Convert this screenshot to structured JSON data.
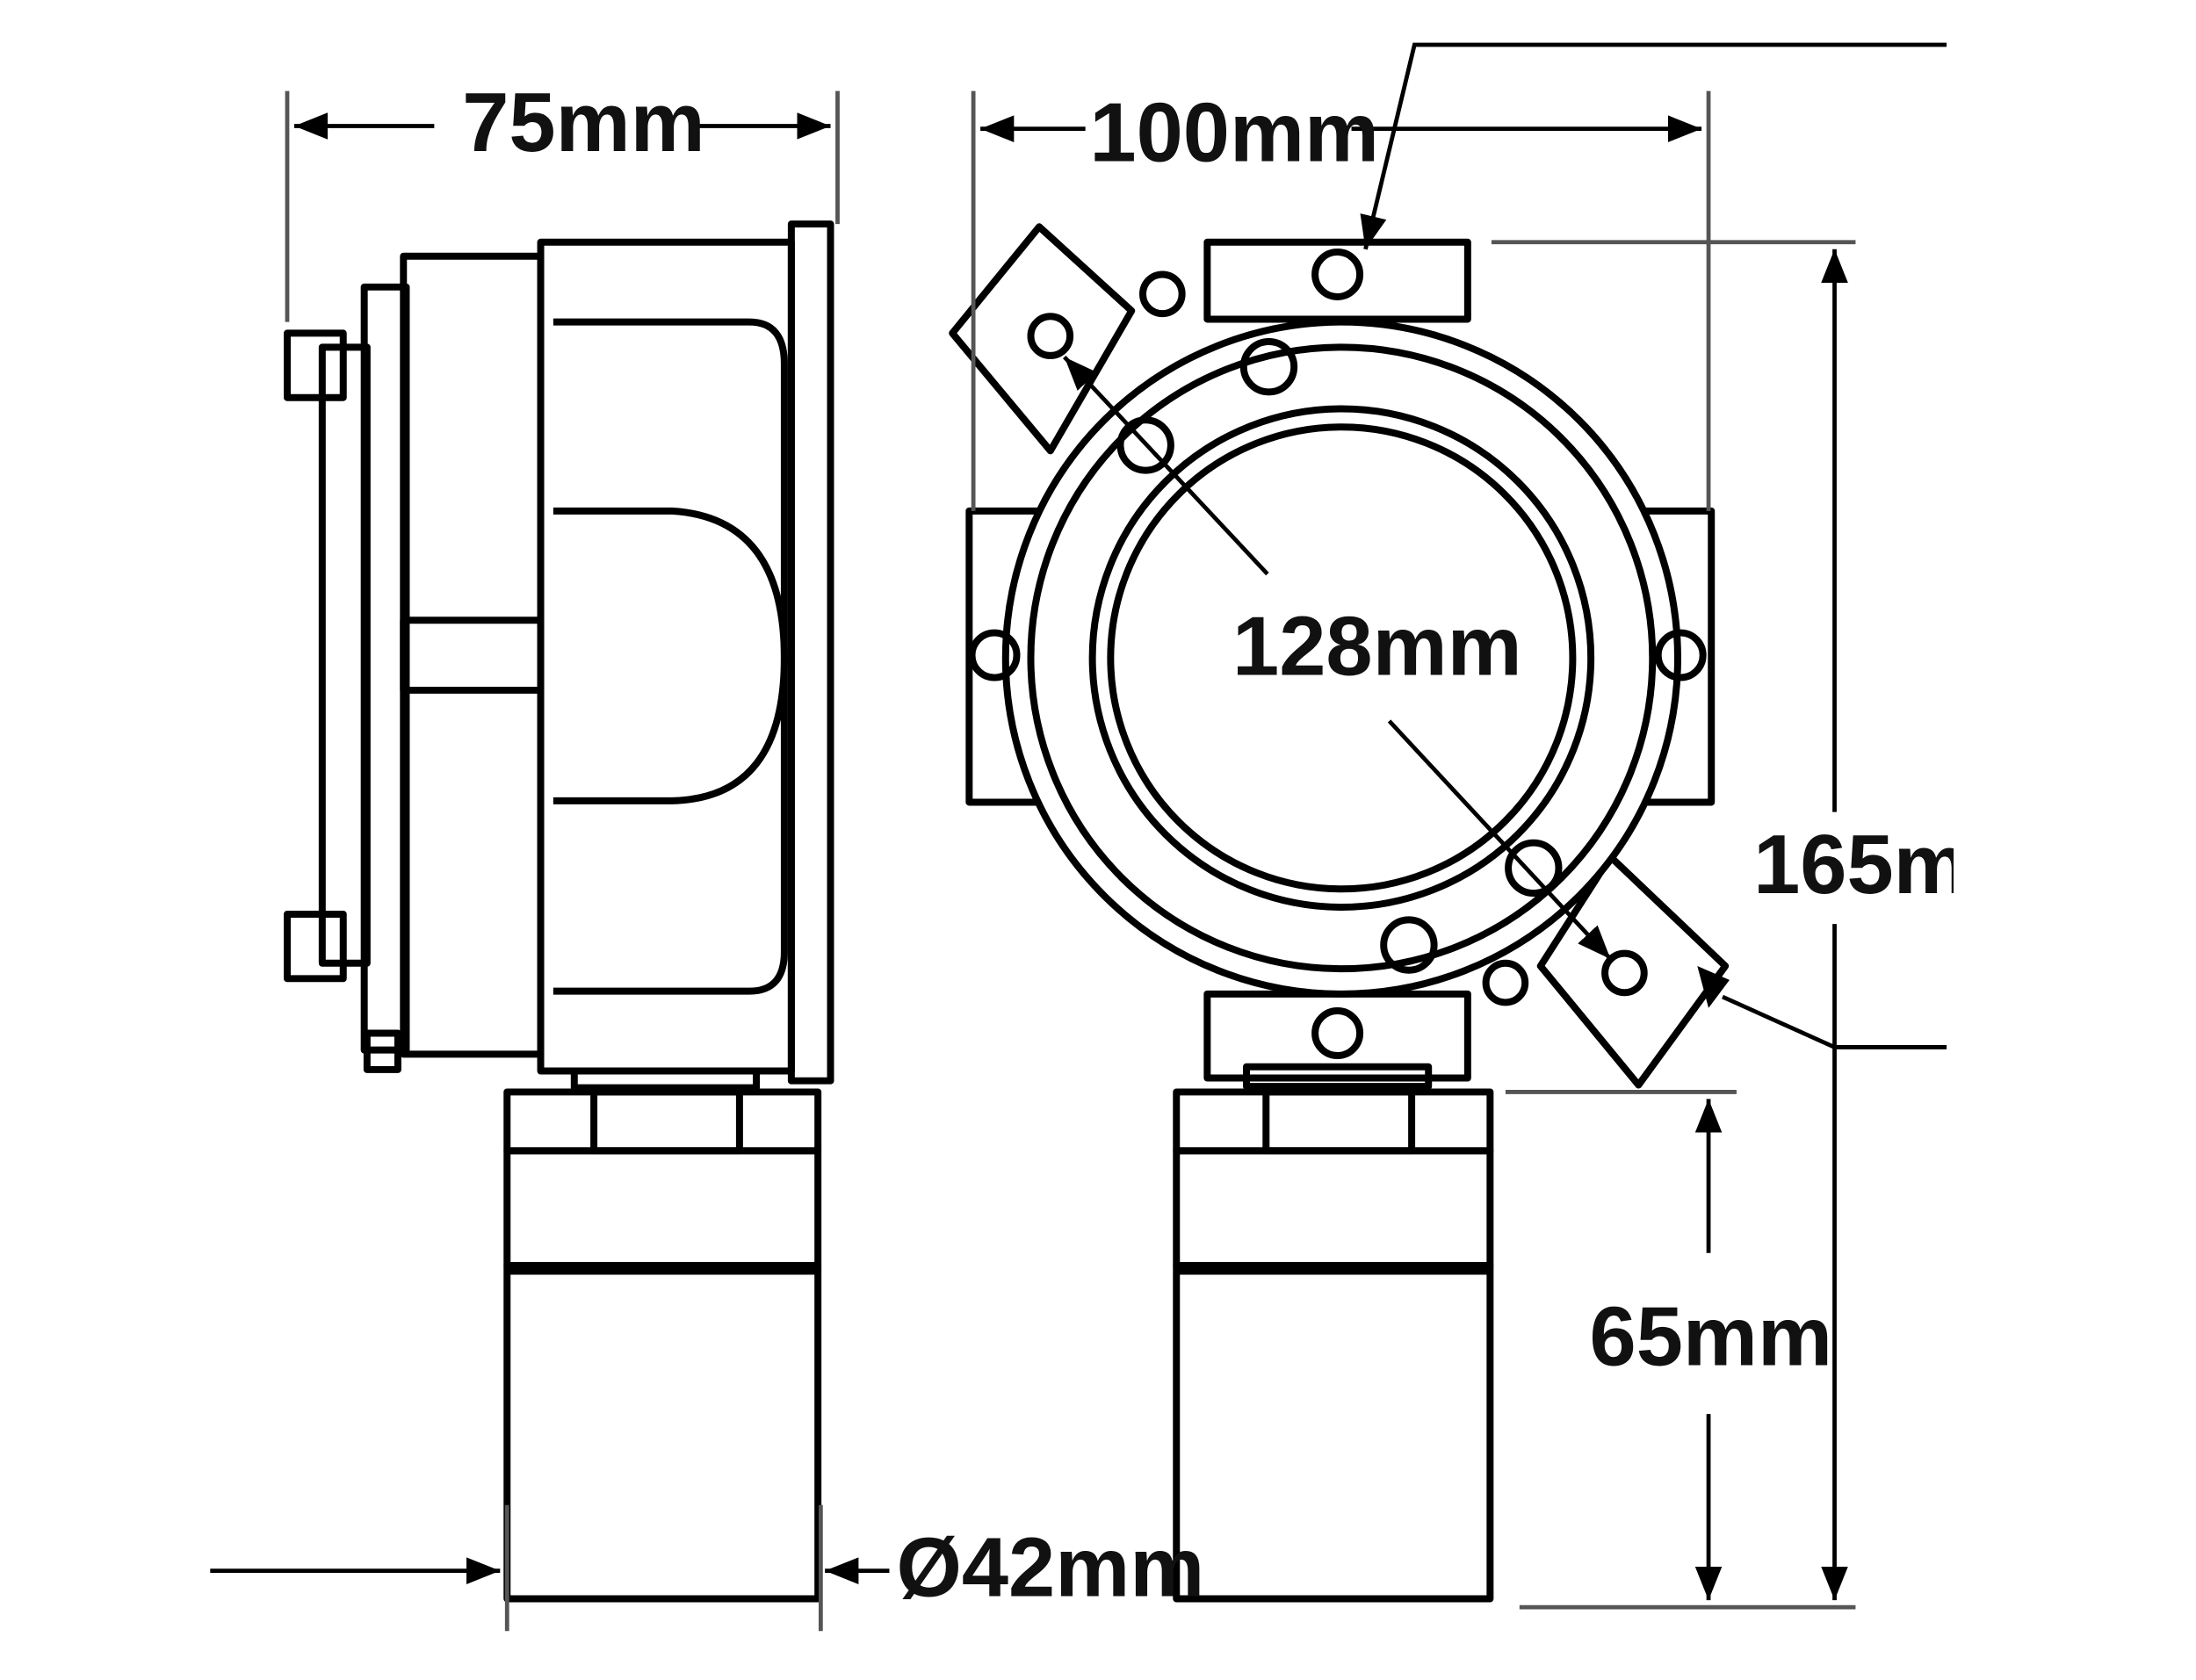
{
  "title": "Gas detector dimension drawing",
  "dimensions": {
    "side_width": "75mm",
    "front_width": "100mm",
    "window_diameter": "128mm",
    "total_height": "165mm",
    "sensor_height": "65mm",
    "sensor_diameter": "Ø42mm"
  },
  "colors": {
    "line": "#000000",
    "dimension_line": "#555555",
    "background": "#ffffff"
  }
}
